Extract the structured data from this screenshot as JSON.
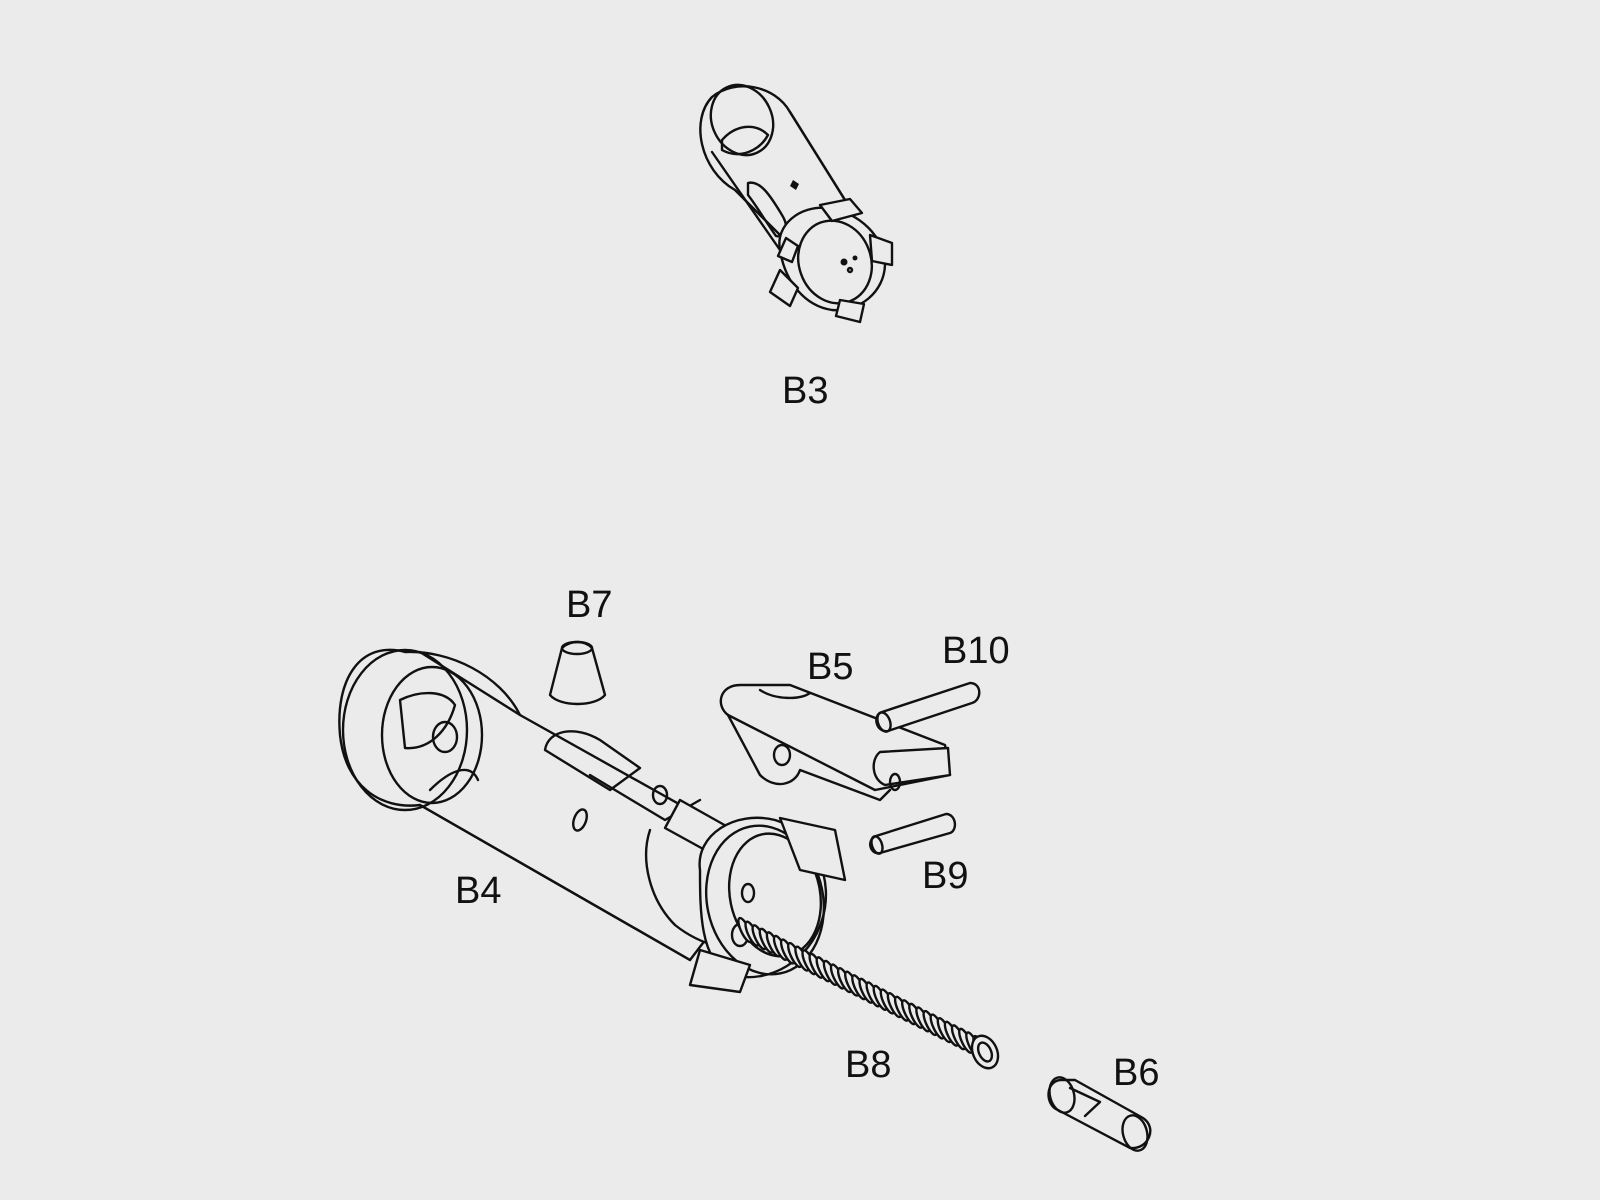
{
  "labels": {
    "b3": "B3",
    "b4": "B4",
    "b5": "B5",
    "b6": "B6",
    "b7": "B7",
    "b8": "B8",
    "b9": "B9",
    "b10": "B10"
  },
  "colors": {
    "background": "#ebebeb",
    "ink": "#111111"
  }
}
